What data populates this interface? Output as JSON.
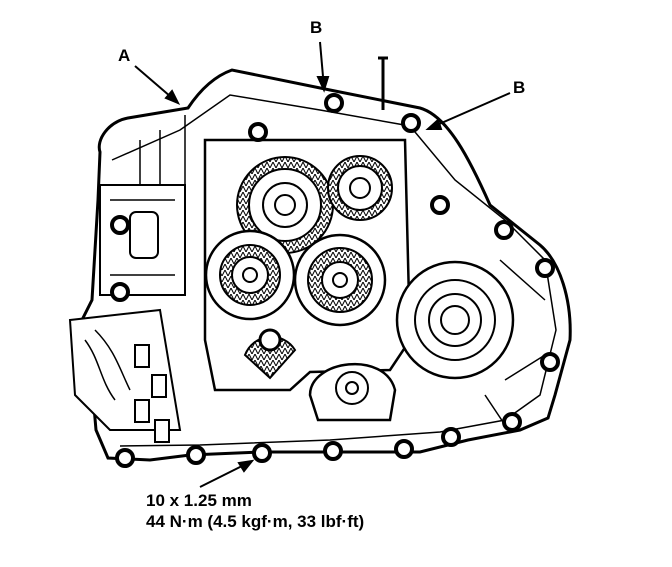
{
  "callouts": {
    "a": "A",
    "b_top": "B",
    "b_right": "B"
  },
  "spec": {
    "size": "10 x 1.25 mm",
    "torque": "44 N·m (4.5 kgf·m, 33 lbf·ft)"
  },
  "colors": {
    "line": "#000000",
    "background": "#ffffff"
  }
}
